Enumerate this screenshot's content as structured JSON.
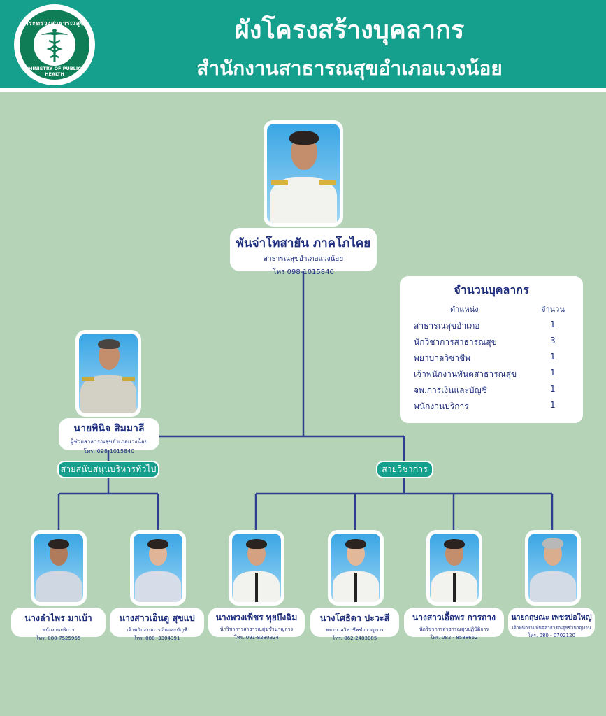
{
  "header": {
    "title": "ผังโครงสร้างบุคลากร",
    "subtitle": "สำนักงานสาธารณสุขอำเภอแวงน้อย",
    "logo_top_text": "กระทรวงสาธารณสุข",
    "logo_bottom_text": "MINISTRY OF PUBLIC HEALTH"
  },
  "colors": {
    "header": "#15a08e",
    "background": "#b5d3b7",
    "line": "#2e3f8f",
    "text": "#1d2d7c"
  },
  "chief": {
    "name": "พันจ่าโทสายัน ภาคโภไคย",
    "position": "สาธารณสุขอำเภอแวงน้อย",
    "tel": "โทร 098-1015840"
  },
  "deputy": {
    "name": "นายพินิจ  สิมมาลี",
    "position": "ผู้ช่วยสาธารณสุขอำเภอแวงน้อย",
    "tel": "โทร. 098-1015840"
  },
  "branches": {
    "admin": "สายสนับสนุนบริหารทั่วไป",
    "academic": "สายวิชาการ"
  },
  "staff": [
    {
      "name": "นางลำไพร  มาเบ้า",
      "position": "พนักงานบริการ",
      "tel": "โทร. 080-7525965"
    },
    {
      "name": "นางสาวเอ็นดู  สุขแป",
      "position": "เจ้าพนักงานการเงินและบัญชี",
      "tel": "โทร. 088 -3304391"
    },
    {
      "name": "นางพวงเพ็ชร ทุยบึงฉิม",
      "position": "นักวิชาการสาธารณสุขชำนาญการ",
      "tel": "โทร. 091-8280924"
    },
    {
      "name": "นางโศธิดา  ปะวะสี",
      "position": "พยาบาลวิชาชีพชำนาญการ",
      "tel": "โทร. 062-2483085"
    },
    {
      "name": "นางสาวเอื้อพร  การถาง",
      "position": "นักวิชาการสาธารณสุขปฏิบัติการ",
      "tel": "โทร. 082 - 8588662"
    },
    {
      "name": "นายกฤษณะ เพชรบ่อใหญ่",
      "position": "เจ้าพนักงานทันตสาธารณสุขชำนาญงาน",
      "tel": "โทร. 080 - 0702120"
    }
  ],
  "stats": {
    "title": "จำนวนบุคลากร",
    "col_position": "ตำแหน่ง",
    "col_count": "จำนวน",
    "rows": [
      {
        "label": "สาธารณสุขอำเภอ",
        "count": "1"
      },
      {
        "label": "นักวิชาการสาธารณสุข",
        "count": "3"
      },
      {
        "label": "พยาบาลวิชาชีพ",
        "count": "1"
      },
      {
        "label": "เจ้าพนักงานทันตสาธารณสุข",
        "count": "1"
      },
      {
        "label": "จพ.การเงินและบัญชี",
        "count": "1"
      },
      {
        "label": "พนักงานบริการ",
        "count": "1"
      }
    ]
  }
}
